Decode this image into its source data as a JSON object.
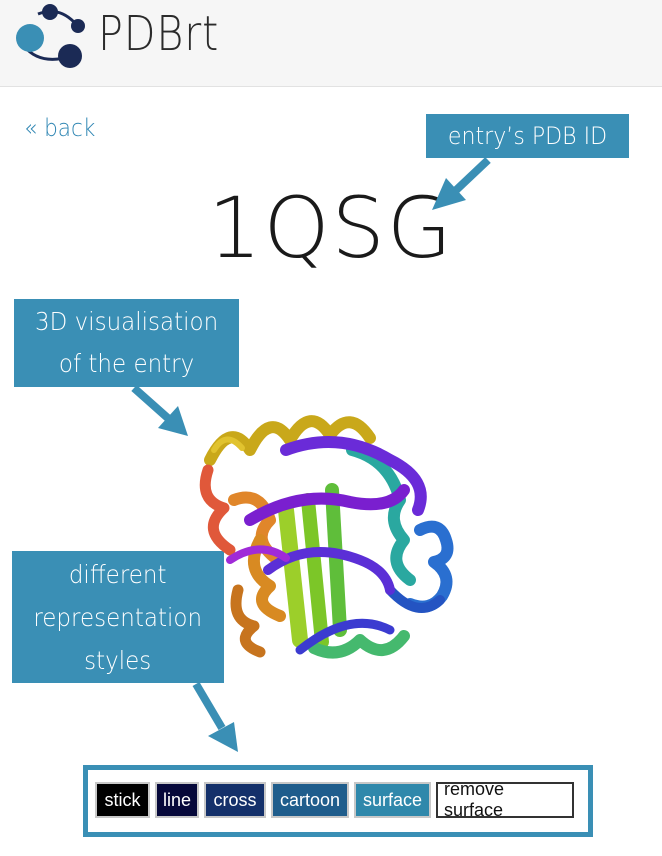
{
  "header": {
    "logo_text": "PDBrt",
    "logo_icon": "molecule-logo-icon"
  },
  "nav": {
    "back_label": "« back"
  },
  "entry": {
    "pdb_id": "1QSG"
  },
  "callouts": {
    "pdb_id": "entry’s PDB ID",
    "visualisation_line1": "3D visualisation",
    "visualisation_line2": "of the entry",
    "styles_line1": "different",
    "styles_line2": "representation",
    "styles_line3": "styles"
  },
  "viewer": {
    "icon": "protein-ribbon-structure"
  },
  "toolbar": {
    "buttons": [
      {
        "label": "stick",
        "color": "#000000"
      },
      {
        "label": "line",
        "color": "#06083a"
      },
      {
        "label": "cross",
        "color": "#14306a"
      },
      {
        "label": "cartoon",
        "color": "#1f5d8c"
      },
      {
        "label": "surface",
        "color": "#2f88ab"
      },
      {
        "label": "remove surface",
        "color": "#ffffff"
      }
    ]
  },
  "colors": {
    "accent": "#3a8fb5",
    "link": "#2f86b3",
    "logo_dark": "#1b2a55"
  }
}
